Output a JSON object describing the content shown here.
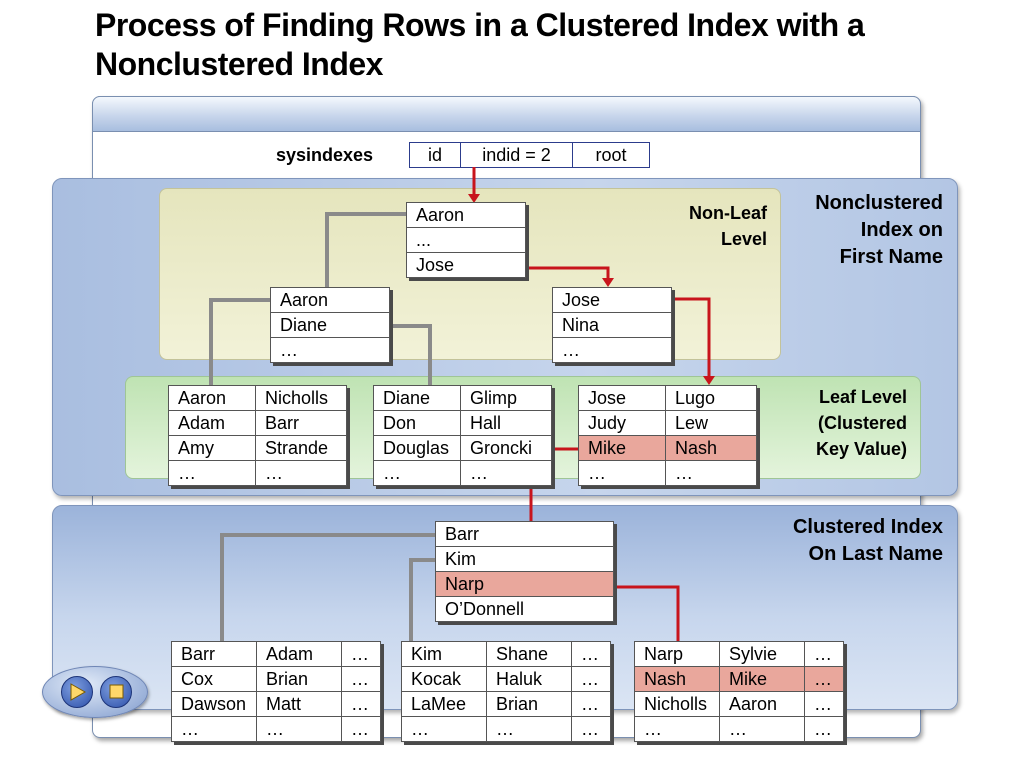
{
  "title": "Process of Finding Rows in a Clustered Index with a Nonclustered Index",
  "sysindexes": {
    "label": "sysindexes",
    "cells": [
      "id",
      "indid = 2",
      "root"
    ]
  },
  "labels": {
    "nonclustered_index": [
      "Nonclustered",
      "Index on",
      "First Name"
    ],
    "non_leaf_level": [
      "Non-Leaf",
      "Level"
    ],
    "leaf_level": [
      "Leaf Level",
      "(Clustered",
      "Key Value)"
    ],
    "clustered_index": [
      "Clustered Index",
      "On Last Name"
    ]
  },
  "nonclustered": {
    "root": [
      "Aaron",
      "...",
      "Jose"
    ],
    "intermediate": [
      [
        "Aaron",
        "Diane",
        "…"
      ],
      [
        "Jose",
        "Nina",
        "…"
      ]
    ],
    "leaves": [
      [
        [
          "Aaron",
          "Nicholls"
        ],
        [
          "Adam",
          "Barr"
        ],
        [
          "Amy",
          "Strande"
        ],
        [
          "…",
          "…"
        ]
      ],
      [
        [
          "Diane",
          "Glimp"
        ],
        [
          "Don",
          "Hall"
        ],
        [
          "Douglas",
          "Groncki"
        ],
        [
          "…",
          "…"
        ]
      ],
      [
        [
          "Jose",
          "Lugo"
        ],
        [
          "Judy",
          "Lew"
        ],
        [
          "Mike",
          "Nash"
        ],
        [
          "…",
          "…"
        ]
      ]
    ],
    "highlighted_leaf_row": "Mike / Nash"
  },
  "clustered": {
    "root": [
      "Barr",
      "Kim",
      "Narp",
      "O’Donnell"
    ],
    "highlighted_root_row": "Narp",
    "leaves": [
      [
        [
          "Barr",
          "Adam",
          "…"
        ],
        [
          "Cox",
          "Brian",
          "…"
        ],
        [
          "Dawson",
          "Matt",
          "…"
        ],
        [
          "…",
          "…",
          "…"
        ]
      ],
      [
        [
          "Kim",
          "Shane",
          "…"
        ],
        [
          "Kocak",
          "Haluk",
          "…"
        ],
        [
          "LaMee",
          "Brian",
          "…"
        ],
        [
          "…",
          "…",
          "…"
        ]
      ],
      [
        [
          "Narp",
          "Sylvie",
          "…"
        ],
        [
          "Nash",
          "Mike",
          "…"
        ],
        [
          "Nicholls",
          "Aaron",
          "…"
        ],
        [
          "…",
          "…",
          "…"
        ]
      ]
    ],
    "highlighted_leaf_row": "Nash / Mike"
  },
  "colors": {
    "path": "#c8141c",
    "tree_line": "#8a8a8a",
    "highlight": "#e9a79c"
  },
  "nav": {
    "play_icon": "play-icon",
    "stop_icon": "stop-icon"
  }
}
